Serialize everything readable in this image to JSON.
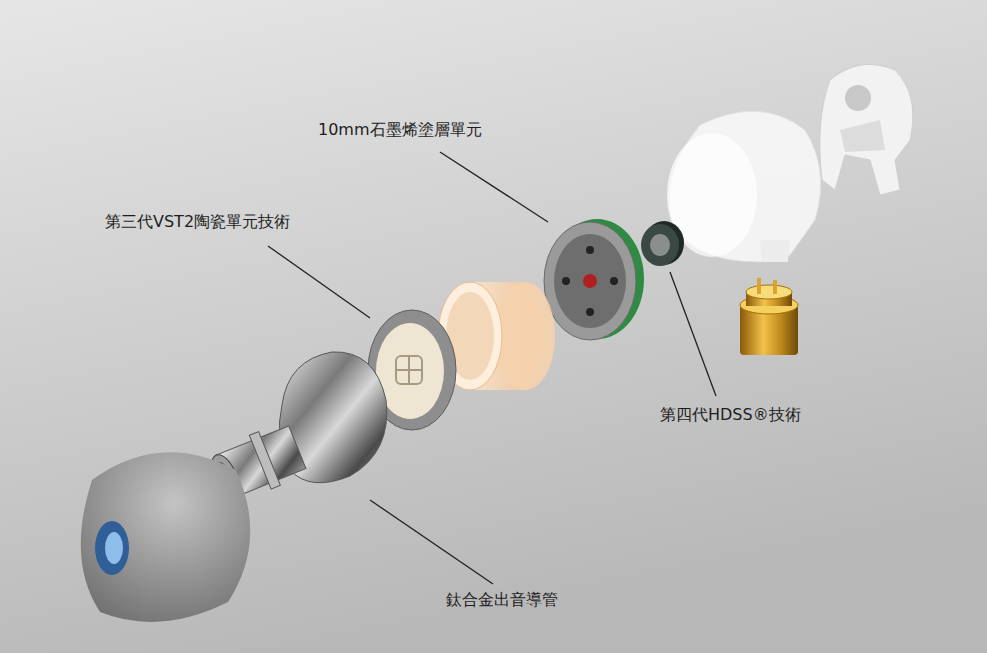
{
  "diagram": {
    "labels": [
      "10mm石墨烯塗層單元",
      "第三代VST2陶瓷單元技術",
      "第四代HDSS®技術",
      "鈦合金出音導管"
    ]
  }
}
